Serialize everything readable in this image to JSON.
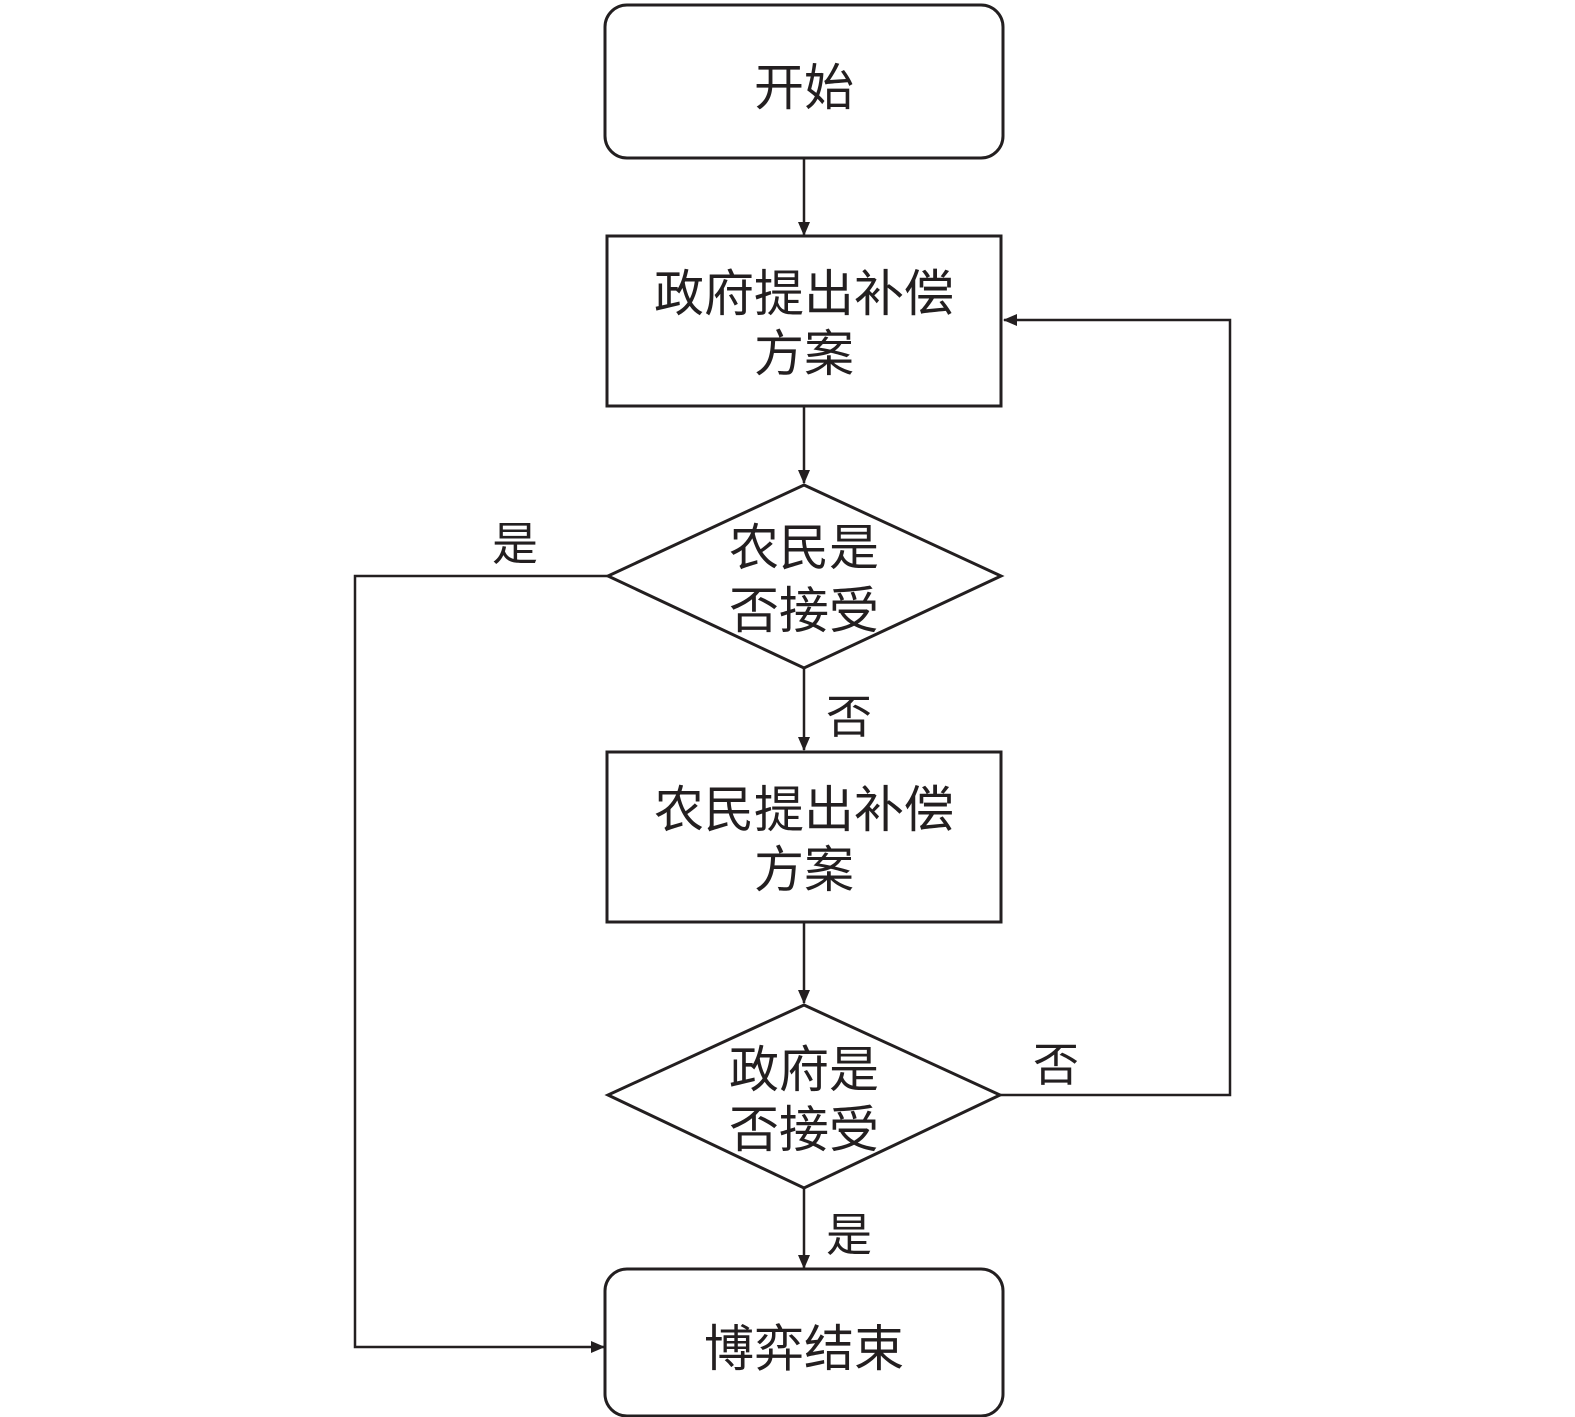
{
  "diagram": {
    "type": "flowchart",
    "nodes": {
      "start": {
        "shape": "rounded-rect",
        "lines": [
          "开始"
        ]
      },
      "gov_offer": {
        "shape": "rect",
        "lines": [
          "政府提出补偿",
          "方案"
        ]
      },
      "farmer_accept": {
        "shape": "diamond",
        "lines": [
          "农民是",
          "否接受"
        ]
      },
      "farmer_offer": {
        "shape": "rect",
        "lines": [
          "农民提出补偿",
          "方案"
        ]
      },
      "gov_accept": {
        "shape": "diamond",
        "lines": [
          "政府是",
          "否接受"
        ]
      },
      "end": {
        "shape": "rounded-rect",
        "lines": [
          "博弈结束"
        ]
      }
    },
    "edges": [
      {
        "from": "start",
        "to": "gov_offer",
        "label": ""
      },
      {
        "from": "gov_offer",
        "to": "farmer_accept",
        "label": ""
      },
      {
        "from": "farmer_accept",
        "to": "farmer_offer",
        "label": "否"
      },
      {
        "from": "farmer_accept",
        "to": "end",
        "label": "是"
      },
      {
        "from": "farmer_offer",
        "to": "gov_accept",
        "label": ""
      },
      {
        "from": "gov_accept",
        "to": "gov_offer",
        "label": "否"
      },
      {
        "from": "gov_accept",
        "to": "end",
        "label": "是"
      }
    ]
  },
  "colors": {
    "stroke": "#231f20",
    "fill": "#ffffff",
    "text": "#231f20"
  }
}
